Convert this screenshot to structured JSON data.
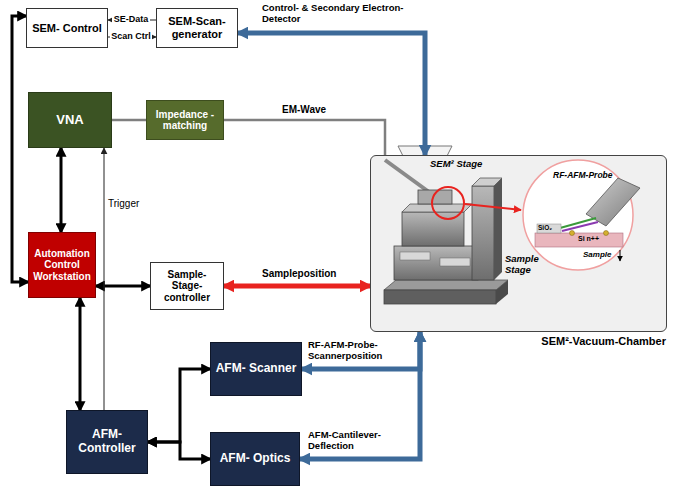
{
  "diagram": {
    "nodes": [
      {
        "text": [
          "SEM- Control"
        ]
      },
      {
        "text": [
          "SEM-Scan- generator"
        ]
      },
      {
        "text": [
          "VNA"
        ]
      },
      {
        "text": [
          "Impedance -matching"
        ]
      },
      {
        "text": [
          "SEM²-Vacuum-Chamber"
        ]
      },
      {
        "text": [
          "Automation Control Workstation"
        ]
      },
      {
        "text": [
          "Sample- Stage- controller"
        ]
      },
      {
        "text": [
          "AFM- Controller"
        ]
      },
      {
        "text": [
          "AFM- Scanner"
        ]
      },
      {
        "text": [
          "AFM- Optics"
        ]
      }
    ],
    "edges": [
      {
        "from": 1,
        "to": 0,
        "label": "SE-Data",
        "arrow": "to"
      },
      {
        "from": 0,
        "to": 1,
        "label": "Scan Ctrl",
        "arrow": "to"
      },
      {
        "from": 1,
        "to": 4,
        "label": "Control- & Secondary Electron-Detector",
        "arrow": "both"
      },
      {
        "from": 2,
        "to": 3,
        "arrow": "none"
      },
      {
        "from": 3,
        "to": 4,
        "label": "EM-Wave",
        "arrow": "none"
      },
      {
        "from": 2,
        "to": 5,
        "arrow": "both"
      },
      {
        "from": 0,
        "to": 5,
        "arrow": "both"
      },
      {
        "from": 5,
        "to": 6,
        "arrow": "both"
      },
      {
        "from": 6,
        "to": 4,
        "label": "Sampleposition",
        "arrow": "both"
      },
      {
        "from": 5,
        "to": 7,
        "arrow": "both"
      },
      {
        "from": 7,
        "to": 2,
        "label": "Trigger",
        "arrow": "to"
      },
      {
        "from": 7,
        "to": 8,
        "arrow": "both"
      },
      {
        "from": 7,
        "to": 9,
        "arrow": "both"
      },
      {
        "from": 8,
        "to": 4,
        "label": "RF-AFM-Probe- Scannerposition",
        "arrow": "both"
      },
      {
        "from": 9,
        "to": 4,
        "label": "AFM-Cantilever- Deflection",
        "arrow": "both"
      }
    ],
    "labels": [
      "SEM² Stage",
      "Sample Stage",
      "RF-AFM-Probe",
      "SiO₂",
      "Si n++",
      "Sample"
    ]
  }
}
